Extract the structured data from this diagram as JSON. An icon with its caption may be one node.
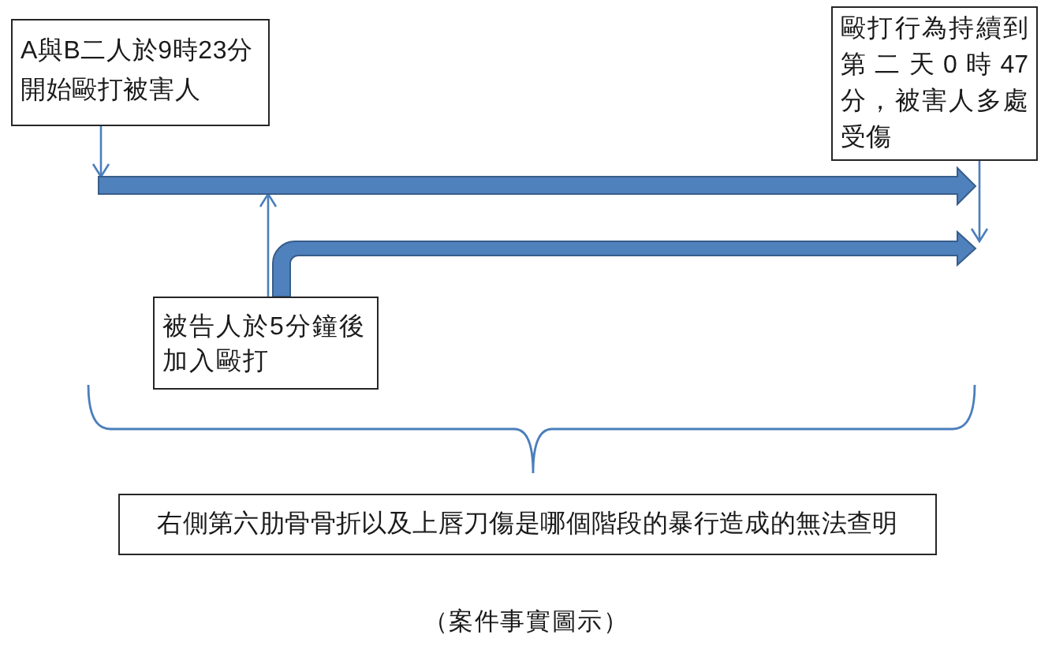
{
  "diagram": {
    "caption": "（案件事實圖示）",
    "nodes": [
      {
        "text": [
          "A與B二人於9時23分開始毆打被害人"
        ]
      },
      {
        "text": [
          "毆打行為持續到第二天0時47分，被害人多處受傷"
        ]
      },
      {
        "text": [],
        "shape": "arrow"
      },
      {
        "text": [],
        "shape": "arrow"
      },
      {
        "text": [
          "被告人於5分鐘後加入毆打"
        ]
      },
      {
        "text": [
          "右側第六肋骨骨折以及上唇刀傷是哪個階段的暴行造成的無法查明"
        ]
      }
    ],
    "edges": [
      {
        "from": 0,
        "to": 2,
        "arrow": "to"
      },
      {
        "from": 4,
        "to": 2,
        "arrow": "to"
      },
      {
        "from": 1,
        "to": 3,
        "arrow": "to"
      }
    ]
  }
}
